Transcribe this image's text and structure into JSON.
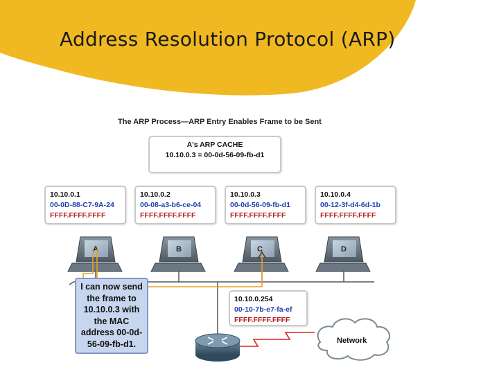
{
  "slide": {
    "title": "Address Resolution Protocol (ARP)",
    "accent_color": "#f0b922"
  },
  "diagram": {
    "caption": "The ARP Process—ARP Entry Enables Frame to be Sent",
    "arp_cache": {
      "title": "A's ARP CACHE",
      "entry": "10.10.0.3 = 00-0d-56-09-fb-d1"
    },
    "hosts": [
      {
        "label": "A",
        "ip": "10.10.0.1",
        "mac": "00-0D-88-C7-9A-24",
        "broadcast": "FFFF.FFFF.FFFF"
      },
      {
        "label": "B",
        "ip": "10.10.0.2",
        "mac": "00-08-a3-b6-ce-04",
        "broadcast": "FFFF.FFFF.FFFF"
      },
      {
        "label": "C",
        "ip": "10.10.0.3",
        "mac": "00-0d-56-09-fb-d1",
        "broadcast": "FFFF.FFFF.FFFF"
      },
      {
        "label": "D",
        "ip": "10.10.0.4",
        "mac": "00-12-3f-d4-6d-1b",
        "broadcast": "FFFF.FFFF.FFFF"
      }
    ],
    "router": {
      "ip": "10.10.0.254",
      "mac": "00-10-7b-e7-fa-ef",
      "broadcast": "FFFF.FFFF.FFFF"
    },
    "speech": "I can now send the frame to 10.10.0.3 with the MAC address 00-0d-56-09-fb-d1.",
    "network_label": "Network",
    "colors": {
      "frame_path": "#e8a020",
      "mac_text": "#1f3fb0",
      "broadcast_text": "#b32020",
      "serial_link": "#e02020",
      "speech_bg": "#c7d6ee"
    }
  }
}
